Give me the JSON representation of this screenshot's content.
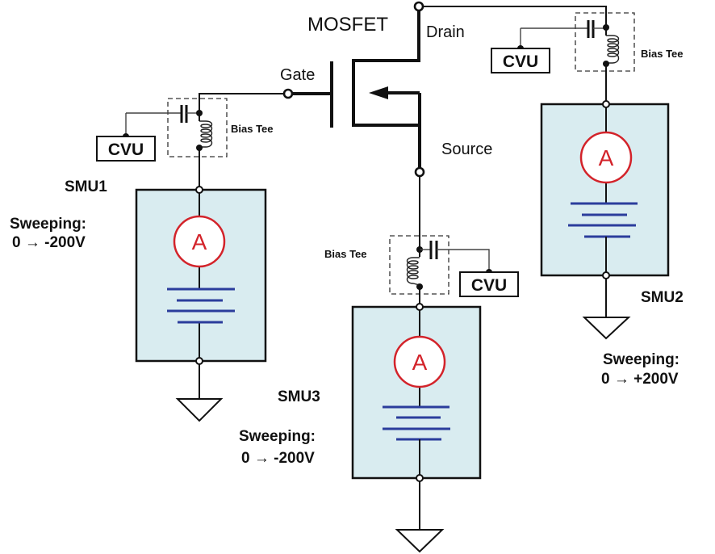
{
  "title": "MOSFET",
  "terminals": {
    "gate": "Gate",
    "drain": "Drain",
    "source": "Source"
  },
  "bias_tee_label": "Bias Tee",
  "cvu_label": "CVU",
  "ammeter_symbol": "A",
  "smus": [
    {
      "name": "SMU1",
      "sweep_label": "Sweeping:",
      "sweep_range": "0 → -200V",
      "connected_to": "Gate"
    },
    {
      "name": "SMU2",
      "sweep_label": "Sweeping:",
      "sweep_range": "0 → +200V",
      "connected_to": "Drain"
    },
    {
      "name": "SMU3",
      "sweep_label": "Sweeping:",
      "sweep_range": "0 → -200V",
      "connected_to": "Source"
    }
  ],
  "colors": {
    "smu_fill": "#d9ecf0",
    "ammeter": "#d3232a",
    "source_symbol": "#2b3d9c"
  }
}
